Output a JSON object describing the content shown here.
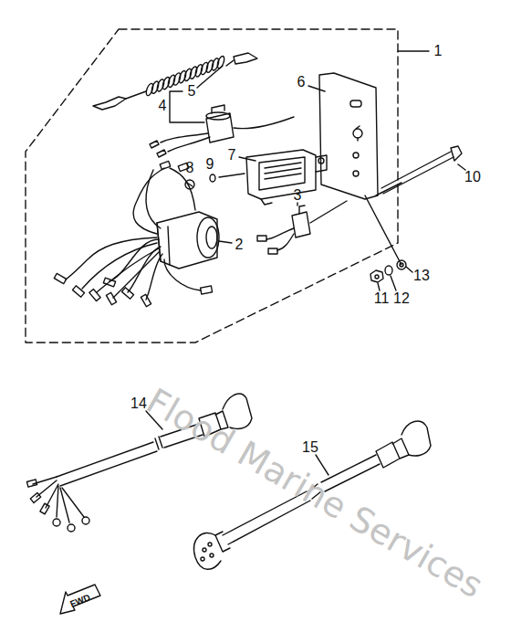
{
  "diagram": {
    "labels": [
      "1",
      "2",
      "3",
      "4",
      "5",
      "6",
      "7",
      "8",
      "9",
      "10",
      "11",
      "12",
      "13",
      "14",
      "15",
      "FWD",
      "Flood Marine Services"
    ]
  }
}
